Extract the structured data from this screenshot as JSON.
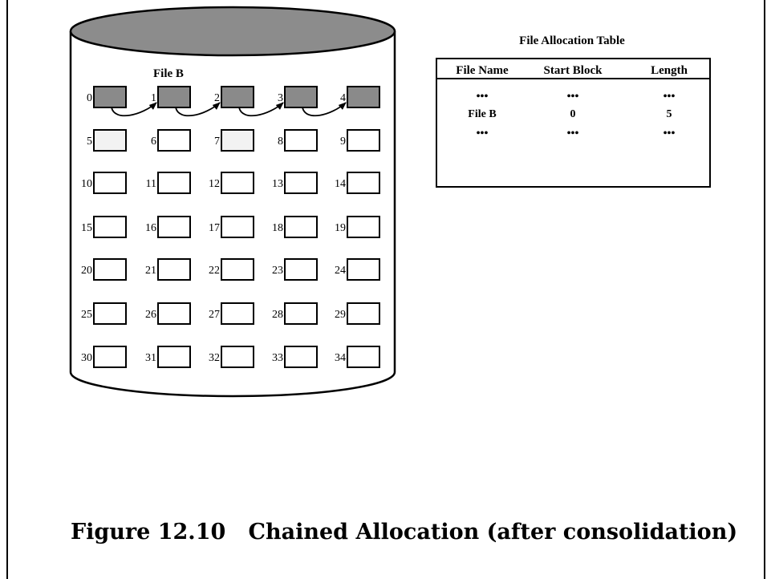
{
  "disk": {
    "file_label": "File B",
    "block_numbers": [
      "0",
      "1",
      "2",
      "3",
      "4",
      "5",
      "6",
      "7",
      "8",
      "9",
      "10",
      "11",
      "12",
      "13",
      "14",
      "15",
      "16",
      "17",
      "18",
      "19",
      "20",
      "21",
      "22",
      "23",
      "24",
      "25",
      "26",
      "27",
      "28",
      "29",
      "30",
      "31",
      "32",
      "33",
      "34"
    ],
    "file_b_blocks": [
      0,
      1,
      2,
      3,
      4
    ],
    "colors": {
      "disk_top": "#8c8c8c",
      "used_block": "#8a8a8a",
      "faint_block": "#f2f2f2",
      "free_block": "#ffffff"
    }
  },
  "fat": {
    "title": "File Allocation Table",
    "headers": [
      "File Name",
      "Start Block",
      "Length"
    ],
    "rows": [
      [
        "•••",
        "•••",
        "•••"
      ],
      [
        "File B",
        "0",
        "5"
      ],
      [
        "•••",
        "•••",
        "•••"
      ]
    ]
  },
  "caption": "Figure 12.10   Chained Allocation (after consolidation)"
}
